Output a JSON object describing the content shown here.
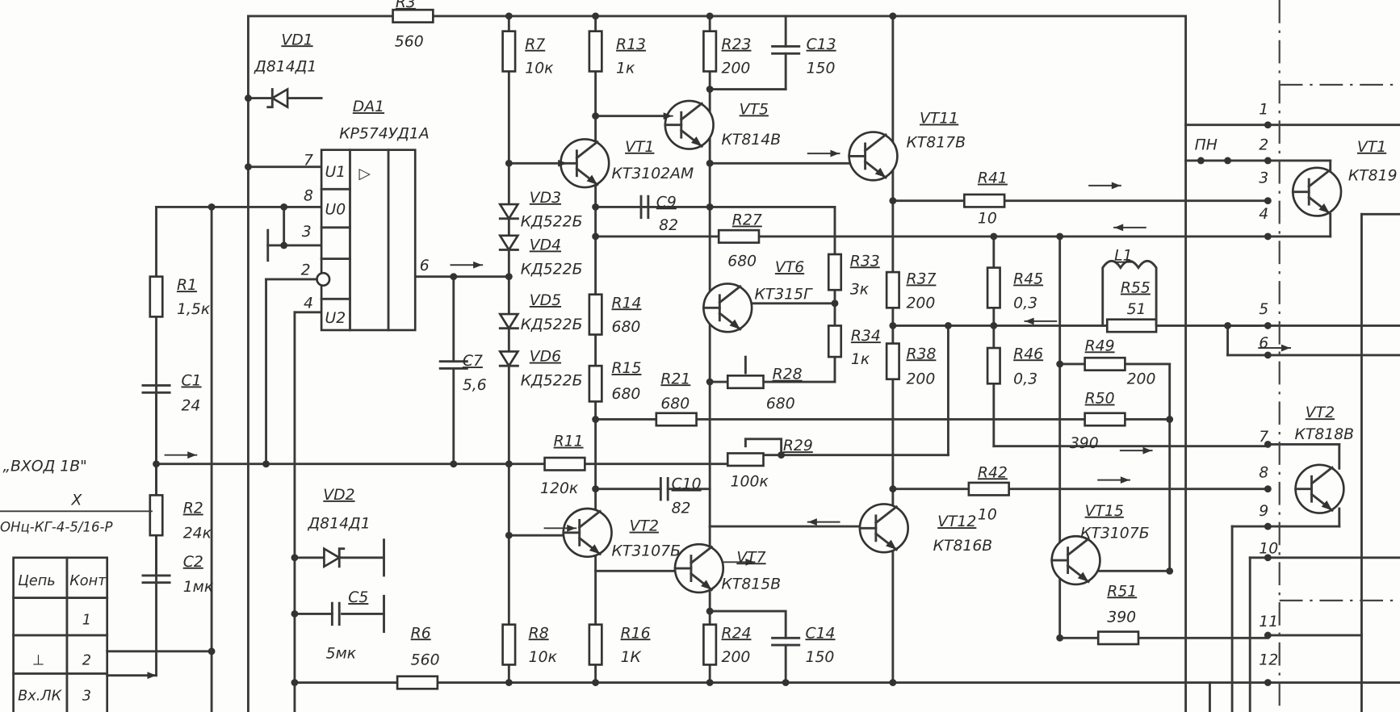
{
  "title_labels": {
    "input_label": "„ВХОД 1В\"",
    "connector_ref": "X",
    "connector_type": "ОНц-КГ-4-5/16-Р",
    "pn": "ПН"
  },
  "labels": {
    "R3": {
      "ref": "R3",
      "val": "560"
    },
    "VD1": {
      "ref": "VD1",
      "val": "Д814Д1"
    },
    "DA1": {
      "ref": "DA1",
      "val": "КР574УД1А"
    },
    "R7": {
      "ref": "R7",
      "val": "10к"
    },
    "R13": {
      "ref": "R13",
      "val": "1к"
    },
    "R23": {
      "ref": "R23",
      "val": "200"
    },
    "C13": {
      "ref": "C13",
      "val": "150"
    },
    "VT5": {
      "ref": "VT5",
      "val": "КТ814В"
    },
    "VT1": {
      "ref": "VT1",
      "val": "КТ3102АМ"
    },
    "VT11": {
      "ref": "VT11",
      "val": "КТ817В"
    },
    "VD3": {
      "ref": "VD3",
      "val": "КД522Б"
    },
    "C9": {
      "ref": "C9",
      "val": "82"
    },
    "VD4": {
      "ref": "VD4",
      "val": "КД522Б"
    },
    "R27": {
      "ref": "R27",
      "val": "680"
    },
    "VT6": {
      "ref": "VT6",
      "val": "КТ315Г"
    },
    "R33": {
      "ref": "R33",
      "val": "3к"
    },
    "R37": {
      "ref": "R37",
      "val": "200"
    },
    "R41": {
      "ref": "R41",
      "val": "10"
    },
    "R45": {
      "ref": "R45",
      "val": "0,3"
    },
    "L1": {
      "ref": "L1"
    },
    "R55": {
      "ref": "R55",
      "val": "51"
    },
    "R14": {
      "ref": "R14",
      "val": "680"
    },
    "VD5": {
      "ref": "VD5",
      "val": "КД522Б"
    },
    "VD6": {
      "ref": "VD6",
      "val": "КД522Б"
    },
    "R34": {
      "ref": "R34",
      "val": "1к"
    },
    "R38": {
      "ref": "R38",
      "val": "200"
    },
    "R46": {
      "ref": "R46",
      "val": "0,3"
    },
    "R49": {
      "ref": "R49",
      "val": "200"
    },
    "R15": {
      "ref": "R15",
      "val": "680"
    },
    "R21": {
      "ref": "R21",
      "val": "680"
    },
    "R28": {
      "ref": "R28",
      "val": "680"
    },
    "C7": {
      "ref": "C7",
      "val": "5,6"
    },
    "C1": {
      "ref": "C1",
      "val": "24"
    },
    "R1": {
      "ref": "R1",
      "val": "1,5к"
    },
    "R50": {
      "ref": "R50",
      "val": "390"
    },
    "VT2R": {
      "ref": "VT2",
      "val": "КТ818В"
    },
    "VT1R": {
      "ref": "VT1",
      "val": "КТ819"
    },
    "R11": {
      "ref": "R11",
      "val": "120к"
    },
    "R29": {
      "ref": "R29",
      "val": "100к"
    },
    "R42": {
      "ref": "R42",
      "val": "10"
    },
    "C10": {
      "ref": "C10",
      "val": "82"
    },
    "VT12": {
      "ref": "VT12",
      "val": "КТ816В"
    },
    "VT15": {
      "ref": "VT15",
      "val": "КТ3107Б"
    },
    "VT2": {
      "ref": "VT2",
      "val": "КТ3107Б"
    },
    "VT7": {
      "ref": "VT7",
      "val": "КТ815В"
    },
    "R2": {
      "ref": "R2",
      "val": "24к"
    },
    "C2": {
      "ref": "C2",
      "val": "1мк"
    },
    "R51": {
      "ref": "R51",
      "val": "390"
    },
    "R8": {
      "ref": "R8",
      "val": "10к"
    },
    "R16": {
      "ref": "R16",
      "val": "1К"
    },
    "R24": {
      "ref": "R24",
      "val": "200"
    },
    "C14": {
      "ref": "C14",
      "val": "150"
    },
    "VD2": {
      "ref": "VD2",
      "val": "Д814Д1"
    },
    "C5": {
      "ref": "C5",
      "val": "5мк"
    },
    "R6": {
      "ref": "R6",
      "val": "560"
    }
  },
  "opamp_pins": {
    "p7": "7",
    "p8": "8",
    "p3": "3",
    "p2": "2",
    "p4": "4",
    "p6": "6",
    "u1": "U1",
    "u0": "U0",
    "u2": "U2",
    "tri": "▷"
  },
  "terminals": [
    "1",
    "2",
    "3",
    "4",
    "5",
    "6",
    "7",
    "8",
    "9",
    "10",
    "11",
    "12"
  ],
  "table": {
    "headers": [
      "Цепь",
      "Конт"
    ],
    "rows": [
      [
        "",
        "1"
      ],
      [
        "⊥",
        "2"
      ],
      [
        "Вх.ЛК",
        "3"
      ]
    ]
  }
}
